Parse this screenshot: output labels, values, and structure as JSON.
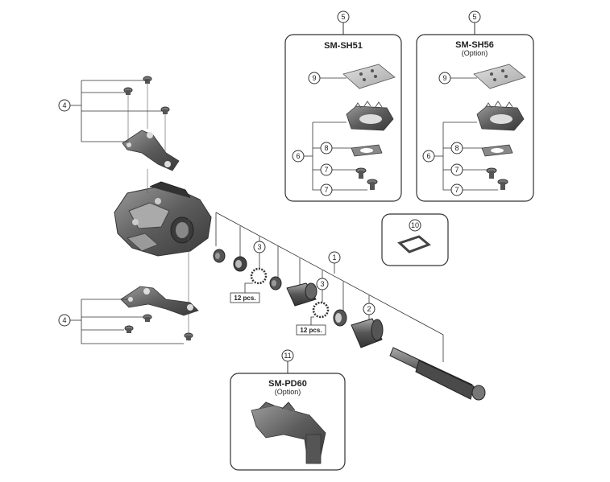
{
  "boxes": {
    "sh51": {
      "title": "SM-SH51",
      "subtitle": "",
      "callout": "5"
    },
    "sh56": {
      "title": "SM-SH56",
      "subtitle": "(Option)",
      "callout": "5"
    },
    "pd60": {
      "title": "SM-PD60",
      "subtitle": "(Option)",
      "callout": "11"
    },
    "part10": {
      "callout": "10"
    }
  },
  "callouts": {
    "c1": "1",
    "c2": "2",
    "c3": "3",
    "c4": "4",
    "c6": "6",
    "c7": "7",
    "c8": "8",
    "c9": "9"
  },
  "notes": {
    "qty": "12 pcs."
  },
  "colors": {
    "line": "#222222",
    "part_dark": "#4a4a4a",
    "part_mid": "#7a7a7a",
    "part_light": "#b5b5b5",
    "box_stroke": "#333333"
  }
}
